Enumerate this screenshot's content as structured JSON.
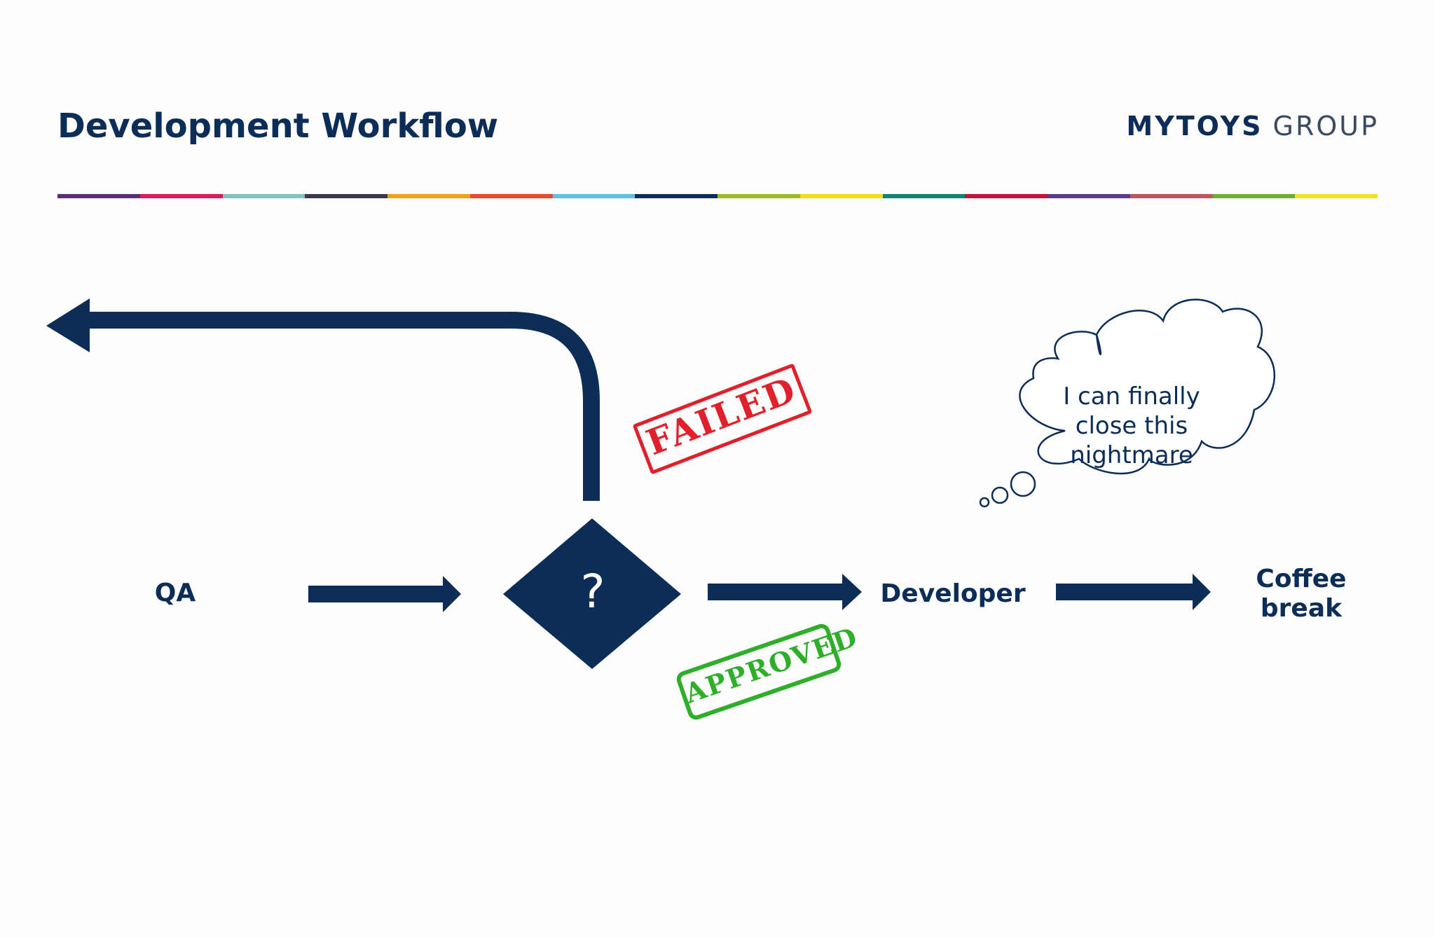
{
  "slide": {
    "title": "Development Workflow",
    "logo": {
      "bold": "MYTOYS",
      "light": "GROUP"
    }
  },
  "color_bar": [
    "#5a2d7d",
    "#d81b5e",
    "#7fc4c3",
    "#3a3a4e",
    "#f0a11a",
    "#e84c2b",
    "#5ebfe8",
    "#0b2d58",
    "#9bbd2a",
    "#f3dc1a",
    "#0f8572",
    "#c4123b",
    "#5b3a8f",
    "#c0545e",
    "#6fae34",
    "#f0e22a"
  ],
  "diagram": {
    "nodes": {
      "qa": "QA",
      "decision": "?",
      "developer": "Developer",
      "coffee": "Coffee\nbreak"
    },
    "stamps": {
      "failed": "FAILED",
      "approved": "APPROVED"
    },
    "thought_bubble": "I can finally close this nightmare",
    "colors": {
      "primary": "#0b2d58",
      "failed": "#e0202a",
      "approved": "#2fae2a"
    }
  }
}
